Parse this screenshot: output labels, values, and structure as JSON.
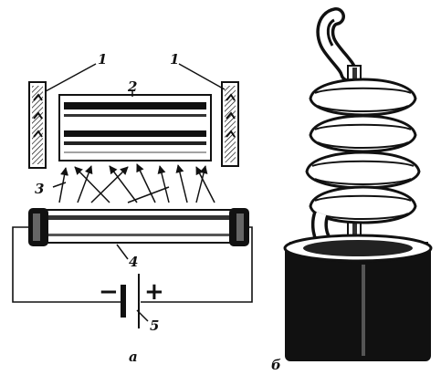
{
  "labels": {
    "part_a": {
      "magnet_left": "1",
      "magnet_right": "1",
      "crystal": "2",
      "rays": "3",
      "lamp": "4",
      "battery": "5",
      "battery_minus": "−",
      "battery_plus": "+",
      "caption": "a"
    },
    "part_b": {
      "caption": "б"
    }
  },
  "icons": [
    "magnet-icon",
    "crystal-rod-icon",
    "flash-lamp-icon",
    "battery-icon",
    "helical-lamp-icon"
  ],
  "colors": {
    "ink": "#111111",
    "paper": "#ffffff"
  }
}
